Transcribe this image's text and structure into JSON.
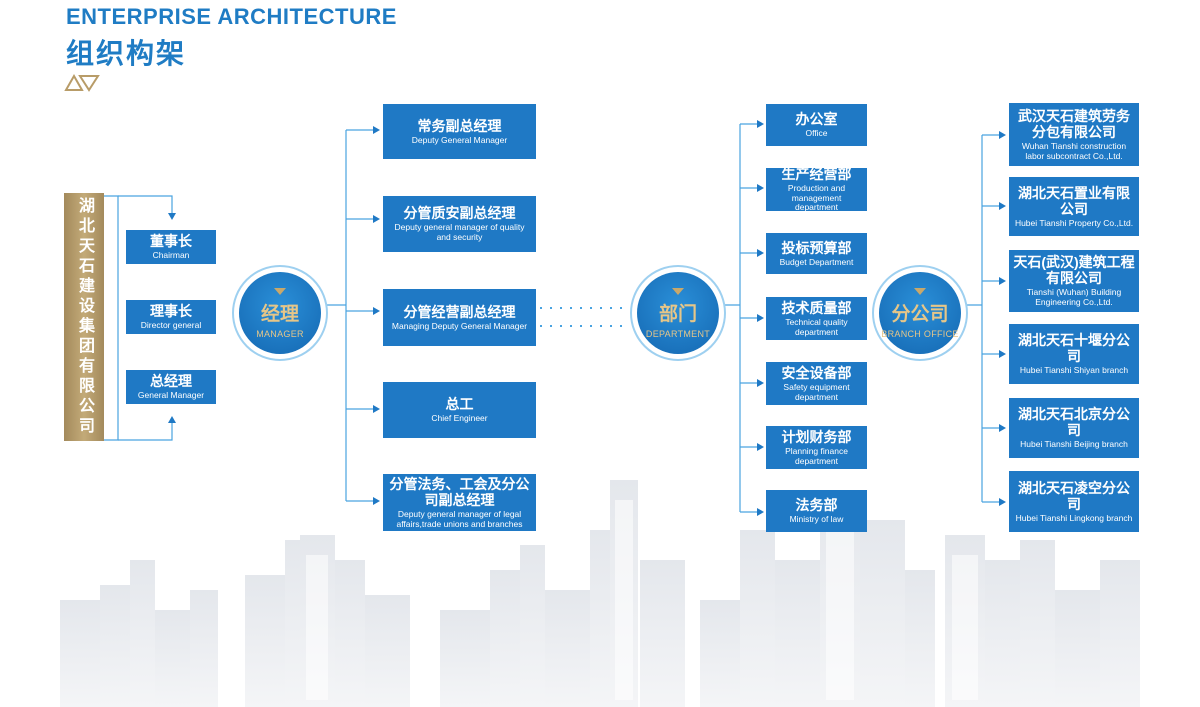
{
  "header": {
    "title_en": "ENTERPRISE ARCHITECTURE",
    "title_cn": "组织构架"
  },
  "company": {
    "name": "湖北天石建设集团有限公司"
  },
  "leadership": [
    {
      "cn": "董事长",
      "en": "Chairman"
    },
    {
      "cn": "理事长",
      "en": "Director general"
    },
    {
      "cn": "总经理",
      "en": "General Manager"
    }
  ],
  "hubs": {
    "manager": {
      "cn": "经理",
      "en": "MANAGER"
    },
    "department": {
      "cn": "部门",
      "en": "DEPARTMENT"
    },
    "branch": {
      "cn": "分公司",
      "en": "BRANCH OFFICE"
    }
  },
  "managers": [
    {
      "cn": "常务副总经理",
      "en": "Deputy General Manager"
    },
    {
      "cn": "分管质安副总经理",
      "en": "Deputy general manager of quality and security"
    },
    {
      "cn": "分管经营副总经理",
      "en": "Managing Deputy General Manager"
    },
    {
      "cn": "总工",
      "en": "Chief Engineer"
    },
    {
      "cn": "分管法务、工会及分公司副总经理",
      "en": "Deputy general manager of legal affairs,trade unions and branches"
    }
  ],
  "departments": [
    {
      "cn": "办公室",
      "en": "Office"
    },
    {
      "cn": "生产经营部",
      "en": "Production and management department"
    },
    {
      "cn": "投标预算部",
      "en": "Budget Department"
    },
    {
      "cn": "技术质量部",
      "en": "Technical quality department"
    },
    {
      "cn": "安全设备部",
      "en": "Safety equipment department"
    },
    {
      "cn": "计划财务部",
      "en": "Planning finance department"
    },
    {
      "cn": "法务部",
      "en": "Ministry of law"
    }
  ],
  "branches": [
    {
      "cn": "武汉天石建筑劳务分包有限公司",
      "en": "Wuhan Tianshi construction labor subcontract Co.,Ltd."
    },
    {
      "cn": "湖北天石置业有限公司",
      "en": "Hubei Tianshi Property Co.,Ltd."
    },
    {
      "cn": "天石(武汉)建筑工程有限公司",
      "en": "Tianshi (Wuhan) Building Engineering Co.,Ltd."
    },
    {
      "cn": "湖北天石十堰分公司",
      "en": "Hubei Tianshi Shiyan branch"
    },
    {
      "cn": "湖北天石北京分公司",
      "en": "Hubei Tianshi Beijing branch"
    },
    {
      "cn": "湖北天石凌空分公司",
      "en": "Hubei Tianshi Lingkong branch"
    }
  ],
  "colors": {
    "primary_blue": "#1f79c5",
    "gold": "#b89c68",
    "line_blue": "#4aa3e0"
  }
}
